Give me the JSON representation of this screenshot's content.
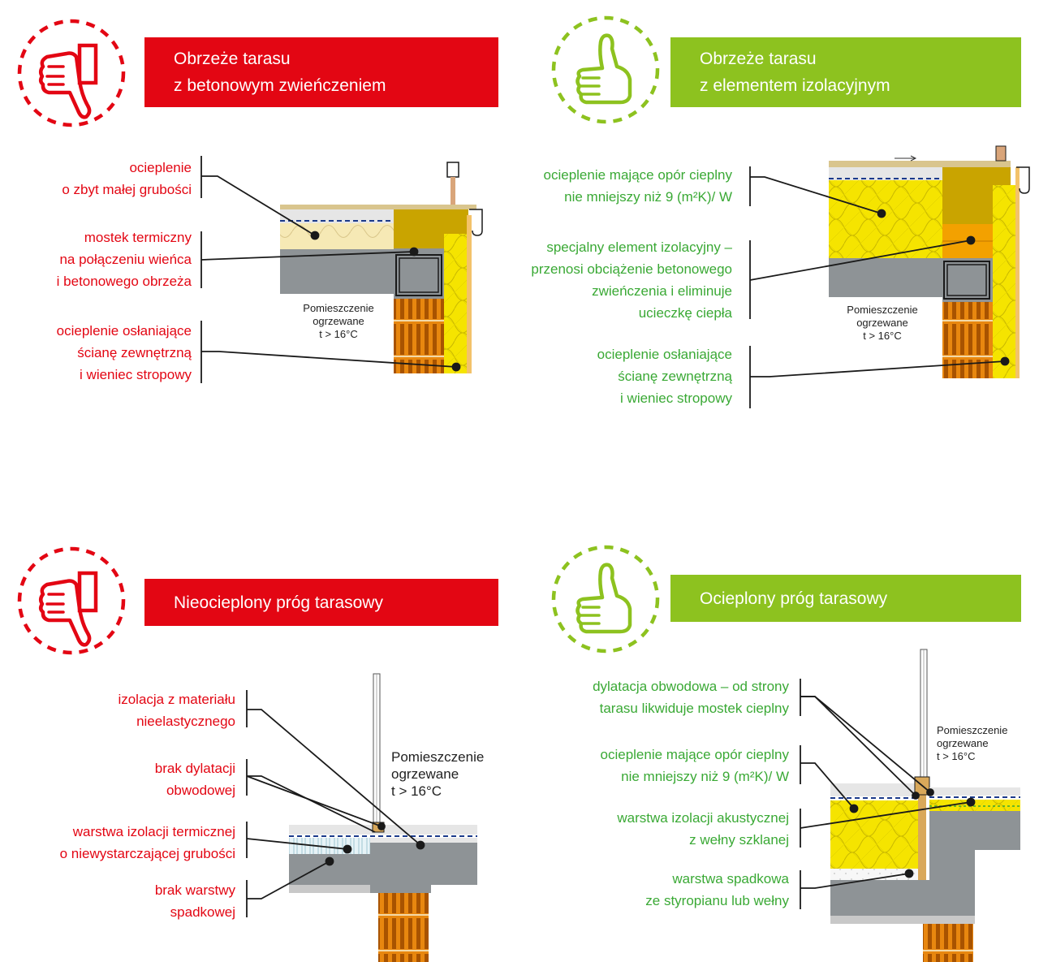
{
  "colors": {
    "bad": "#e30613",
    "good": "#8dc21f",
    "good_text": "#3aa935"
  },
  "panels": [
    {
      "verdict": "thumbs-down-icon",
      "title_line1": "Obrzeże tarasu",
      "title_line2": "z betonowym zwieńczeniem",
      "labels": [
        {
          "line1": "ocieplenie",
          "line2": "o zbyt małej grubości"
        },
        {
          "line1": "mostek termiczny",
          "line2": "na połączeniu wieńca",
          "line3": "i betonowego obrzeża"
        },
        {
          "line1": "ocieplenie osłaniające",
          "line2": "ścianę zewnętrzną",
          "line3": "i wieniec stropowy"
        }
      ],
      "room": {
        "line1": "Pomieszczenie",
        "line2": "ogrzewane",
        "line3": "t > 16°C"
      }
    },
    {
      "verdict": "thumbs-up-icon",
      "title_line1": "Obrzeże tarasu",
      "title_line2": "z elementem izolacyjnym",
      "labels": [
        {
          "line1": "ocieplenie mające opór cieplny",
          "line2": "nie mniejszy niż 9 (m²K)/ W"
        },
        {
          "line1": "specjalny element izolacyjny –",
          "line2": "przenosi obciążenie betonowego",
          "line3": "zwieńczenia i eliminuje",
          "line4": "ucieczkę ciepła"
        },
        {
          "line1": "ocieplenie osłaniające",
          "line2": "ścianę zewnętrzną",
          "line3": "i wieniec stropowy"
        }
      ],
      "room": {
        "line1": "Pomieszczenie",
        "line2": "ogrzewane",
        "line3": "t > 16°C"
      }
    },
    {
      "verdict": "thumbs-down-icon",
      "title_line1": "Nieocieplony próg tarasowy",
      "labels": [
        {
          "line1": "izolacja z materiału",
          "line2": "nieelastycznego"
        },
        {
          "line1": "brak dylatacji",
          "line2": "obwodowej"
        },
        {
          "line1": "warstwa izolacji termicznej",
          "line2": "o niewystarczającej grubości"
        },
        {
          "line1": "brak warstwy",
          "line2": "spadkowej"
        }
      ],
      "room": {
        "line1": "Pomieszczenie",
        "line2": "ogrzewane",
        "line3": "t > 16°C"
      }
    },
    {
      "verdict": "thumbs-up-icon",
      "title_line1": "Ocieplony próg tarasowy",
      "labels": [
        {
          "line1": "dylatacja obwodowa – od strony",
          "line2": "tarasu likwiduje mostek cieplny"
        },
        {
          "line1": "ocieplenie mające opór cieplny",
          "line2": "nie mniejszy niż 9 (m²K)/ W"
        },
        {
          "line1": "warstwa izolacji akustycznej",
          "line2": "z wełny szklanej"
        },
        {
          "line1": "warstwa spadkowa",
          "line2": "ze styropianu lub wełny"
        }
      ],
      "room": {
        "line1": "Pomieszczenie",
        "line2": "ogrzewane",
        "line3": "t > 16°C"
      }
    }
  ]
}
